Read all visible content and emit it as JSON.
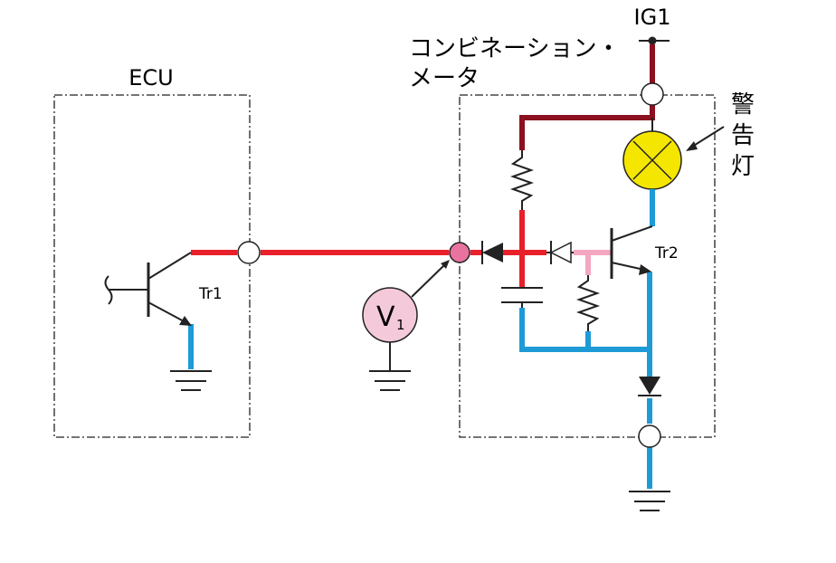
{
  "labels": {
    "ecu": "ECU",
    "ig1": "IG1",
    "meter_line1": "コンビネーション・",
    "meter_line2": "メータ",
    "tr1": "Tr1",
    "tr2": "Tr2",
    "warning_lamp_1": "警",
    "warning_lamp_2": "告",
    "warning_lamp_3": "灯",
    "voltmeter_main": "V",
    "voltmeter_sub": "1"
  },
  "colors": {
    "red_wire": "#e8202a",
    "dark_red_wire": "#8b1020",
    "blue_wire": "#1e9ad6",
    "pink_wire": "#f4a7c0",
    "lamp_fill": "#f5e600",
    "voltmeter_fill": "#f4c9da",
    "node_pink": "#e8739f",
    "black": "#222222"
  },
  "icons": {
    "lamp": "warning-lamp-icon",
    "voltmeter": "voltmeter-icon",
    "ground": "ground-icon"
  }
}
